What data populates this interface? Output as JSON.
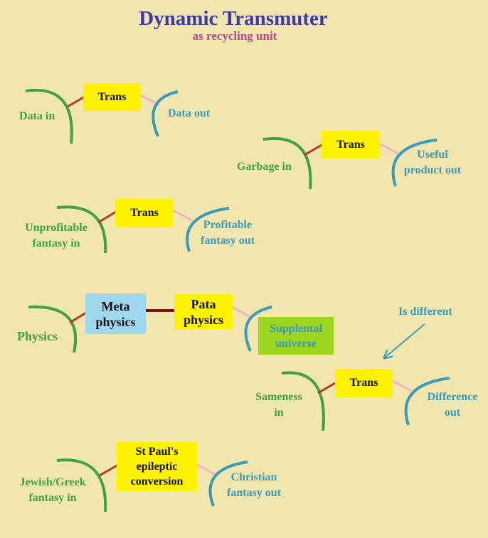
{
  "title": "Dynamic Transmuter",
  "subtitle": "as recycling unit",
  "colors": {
    "background": "#f1e6ad",
    "input": "#43a047",
    "output": "#3a9ab8",
    "box": "#fff200",
    "wire_in": "#b03a2e",
    "wire_out": "#f2b6c6",
    "meta_box": "#9fd8ee",
    "supplement_box": "#9cd61f",
    "connector": "#7a0f14",
    "title": "#3a3aa8",
    "subtitle": "#b04a8a"
  },
  "units": [
    {
      "input": [
        "Data in"
      ],
      "box": [
        "Trans"
      ],
      "output": [
        "Data out"
      ]
    },
    {
      "input": [
        "Garbage in"
      ],
      "box": [
        "Trans"
      ],
      "output": [
        "Useful",
        "product out"
      ]
    },
    {
      "input": [
        "Unprofitable",
        "fantasy in"
      ],
      "box": [
        "Trans"
      ],
      "output": [
        "Profitable",
        "fantasy out"
      ]
    },
    {
      "input": [
        "Sameness",
        "in"
      ],
      "box": [
        "Trans"
      ],
      "output": [
        "Difference",
        "out"
      ]
    },
    {
      "input": [
        "Jewish/Greek",
        "fantasy in"
      ],
      "box": [
        "St Paul's",
        "epileptic",
        "conversion"
      ],
      "output": [
        "Christian",
        "fantasy out"
      ]
    }
  ],
  "physics_chain": {
    "input": "Physics",
    "meta": [
      "Meta",
      "physics"
    ],
    "pata": [
      "Pata",
      "physics"
    ],
    "output": [
      "Supplental",
      "universe"
    ]
  },
  "annotation": "Is different"
}
